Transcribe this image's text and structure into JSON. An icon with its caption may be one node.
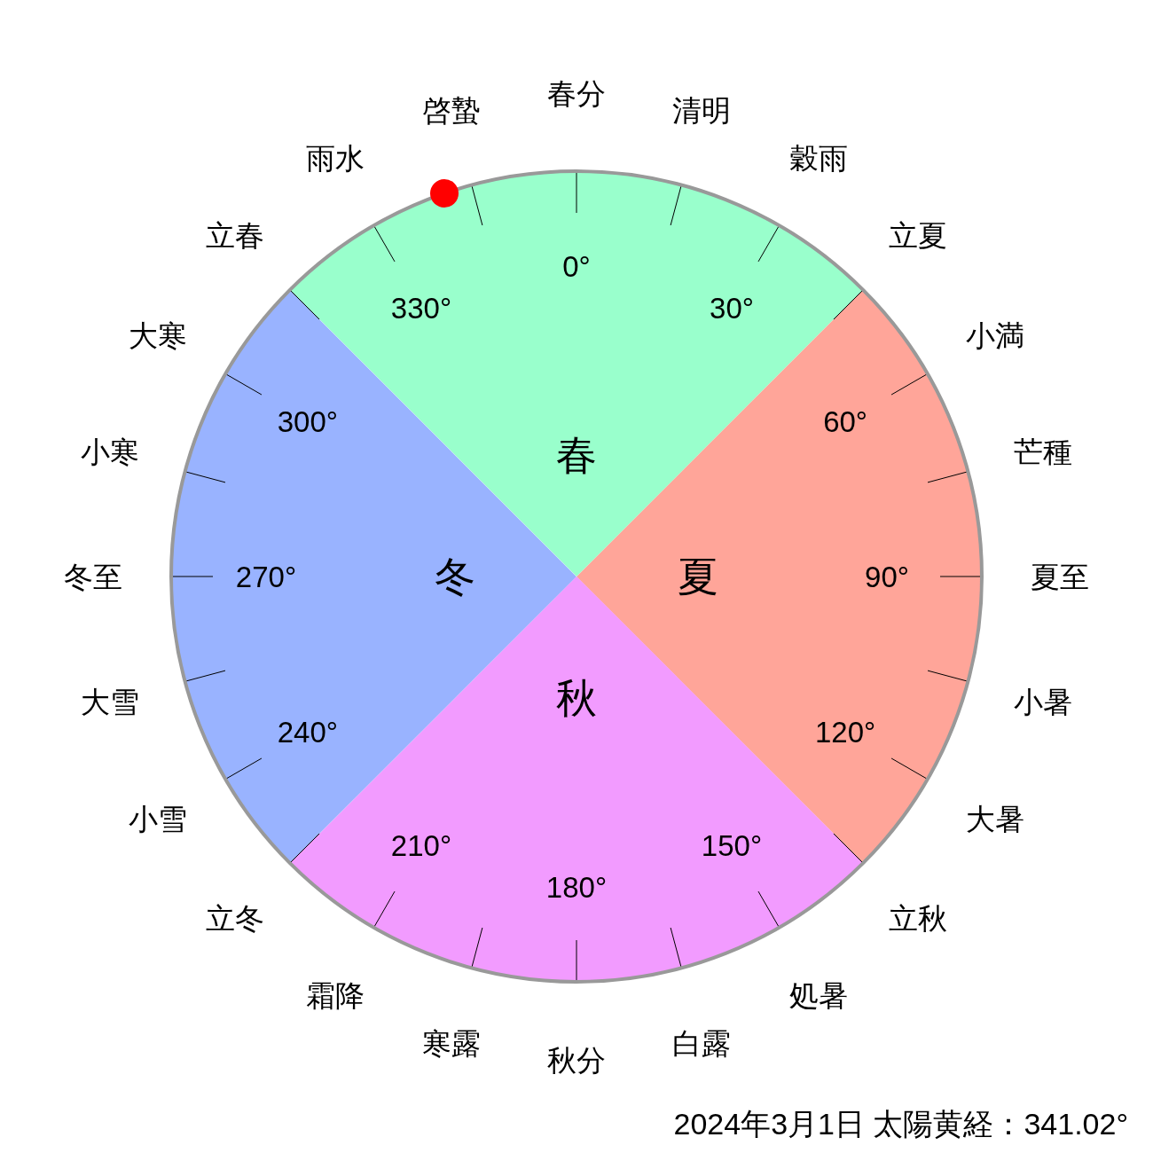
{
  "diagram": {
    "caption": "2024年3月1日 太陽黄経：341.02°",
    "nodes": [
      {
        "text": [
          "春"
        ]
      },
      {
        "text": [
          "冬"
        ]
      },
      {
        "text": [
          "夏"
        ]
      },
      {
        "text": [
          "秋"
        ]
      }
    ],
    "labels": [
      "春分",
      "清明",
      "穀雨",
      "立夏",
      "小満",
      "芒種",
      "夏至",
      "小暑",
      "大暑",
      "立秋",
      "処暑",
      "白露",
      "秋分",
      "寒露",
      "霜降",
      "立冬",
      "小雪",
      "大雪",
      "冬至",
      "小寒",
      "大寒",
      "立春",
      "雨水",
      "啓蟄",
      "0°",
      "30°",
      "60°",
      "90°",
      "120°",
      "150°",
      "180°",
      "210°",
      "240°",
      "270°",
      "300°",
      "330°"
    ]
  }
}
